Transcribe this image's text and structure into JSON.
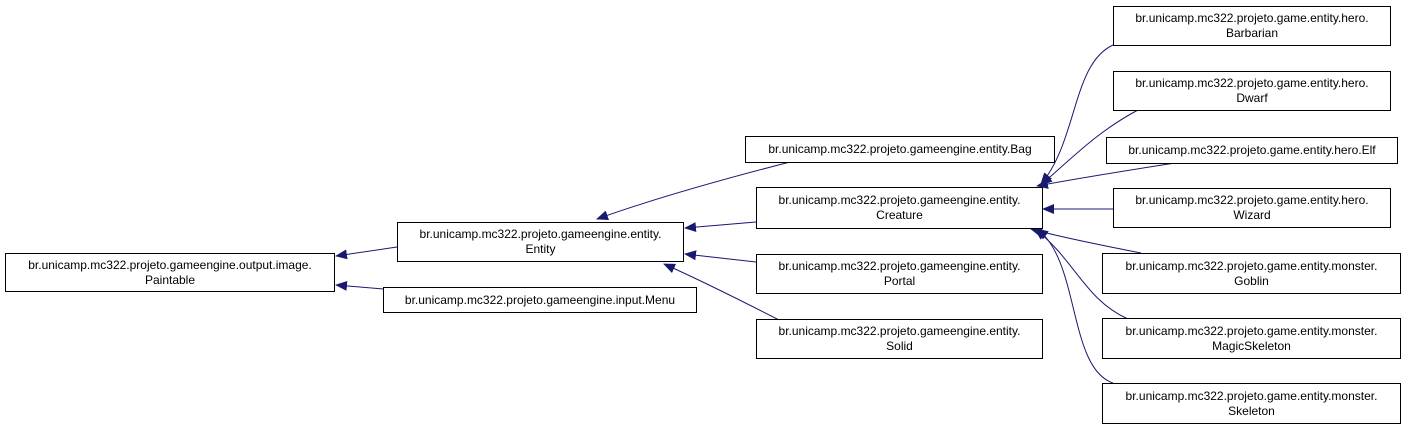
{
  "colors": {
    "edge": "#191970",
    "box_border": "#000000",
    "background": "#ffffff"
  },
  "nodes": {
    "paintable": {
      "line1": "br.unicamp.mc322.projeto.gameengine.output.image.",
      "line2": "Paintable"
    },
    "entity": {
      "line1": "br.unicamp.mc322.projeto.gameengine.entity.",
      "line2": "Entity"
    },
    "menu": {
      "line1": "br.unicamp.mc322.projeto.gameengine.input.Menu"
    },
    "bag": {
      "line1": "br.unicamp.mc322.projeto.gameengine.entity.Bag"
    },
    "creature": {
      "line1": "br.unicamp.mc322.projeto.gameengine.entity.",
      "line2": "Creature"
    },
    "portal": {
      "line1": "br.unicamp.mc322.projeto.gameengine.entity.",
      "line2": "Portal"
    },
    "solid": {
      "line1": "br.unicamp.mc322.projeto.gameengine.entity.",
      "line2": "Solid"
    },
    "barbarian": {
      "line1": "br.unicamp.mc322.projeto.game.entity.hero.",
      "line2": "Barbarian"
    },
    "dwarf": {
      "line1": "br.unicamp.mc322.projeto.game.entity.hero.",
      "line2": "Dwarf"
    },
    "elf": {
      "line1": "br.unicamp.mc322.projeto.game.entity.hero.Elf"
    },
    "wizard": {
      "line1": "br.unicamp.mc322.projeto.game.entity.hero.",
      "line2": "Wizard"
    },
    "goblin": {
      "line1": "br.unicamp.mc322.projeto.game.entity.monster.",
      "line2": "Goblin"
    },
    "magicskeleton": {
      "line1": "br.unicamp.mc322.projeto.game.entity.monster.",
      "line2": "MagicSkeleton"
    },
    "skeleton": {
      "line1": "br.unicamp.mc322.projeto.game.entity.monster.",
      "line2": "Skeleton"
    }
  }
}
